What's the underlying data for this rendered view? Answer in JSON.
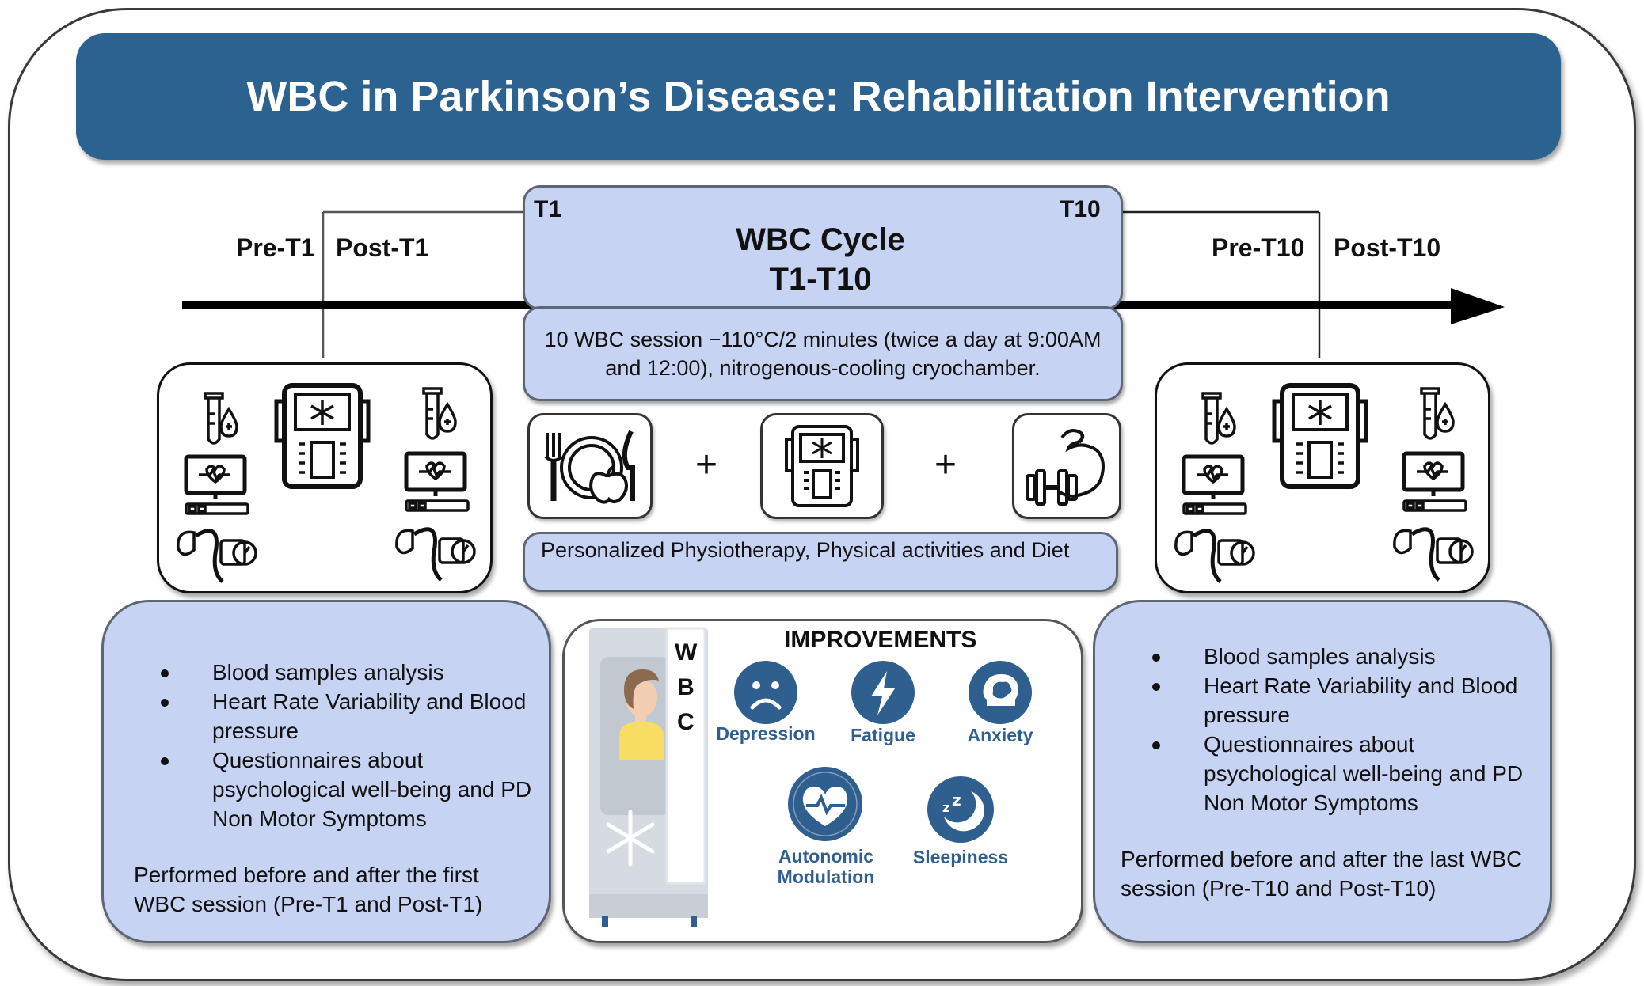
{
  "title": "WBC in Parkinson’s Disease: Rehabilitation Intervention",
  "timeline": {
    "pre_t1": "Pre-T1",
    "post_t1": "Post-T1",
    "t1": "T1",
    "t10": "T10",
    "pre_t10": "Pre-T10",
    "post_t10": "Post-T10",
    "cycle_title_line1": "WBC Cycle",
    "cycle_title_line2": "T1-T10"
  },
  "session_text": "10 WBC session −110°C/2 minutes (twice a day at 9:00AM and 12:00), nitrogenous-cooling cryochamber.",
  "plus_sign": "+",
  "diet_text": "Personalized Physiotherapy, Physical activities and Diet",
  "left_info": {
    "bullets": [
      "Blood samples analysis",
      "Heart Rate Variability and Blood pressure",
      "Questionnaires about psychological well-being and PD Non Motor Symptoms"
    ],
    "note": "Performed before and after the first WBC session (Pre-T1 and Post-T1)"
  },
  "right_info": {
    "bullets": [
      "Blood samples analysis",
      "Heart Rate Variability and Blood pressure",
      "Questionnaires about psychological well-being and PD Non Motor Symptoms"
    ],
    "note": "Performed before and after the last WBC session (Pre-T10 and Post-T10)"
  },
  "improvements": {
    "heading": "IMPROVEMENTS",
    "cabin_letters": [
      "W",
      "B",
      "C"
    ],
    "items": {
      "depression": "Depression",
      "fatigue": "Fatigue",
      "anxiety": "Anxiety",
      "autonomic_line1": "Autonomic",
      "autonomic_line2": "Modulation",
      "sleepiness": "Sleepiness"
    }
  },
  "colors": {
    "banner": "#2b6290",
    "box_fill": "#c6d3f2",
    "icon_blue": "#2f5f8e"
  }
}
